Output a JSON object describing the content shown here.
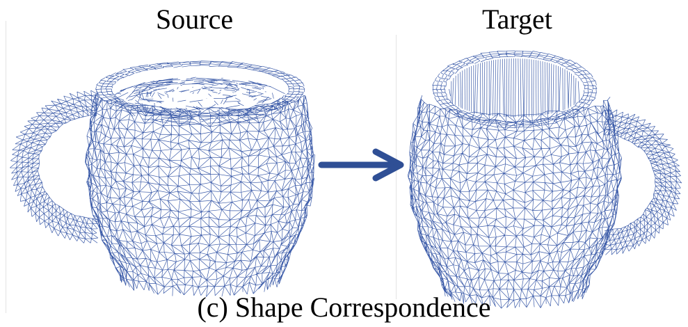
{
  "labels": {
    "source": "Source",
    "target": "Target",
    "caption": "(c) Shape Correspondence"
  },
  "colors": {
    "mesh": "#3a5aa8",
    "arrow": "#2f4f95",
    "background": "#ffffff"
  },
  "icons": {
    "arrow": "right-arrow-icon"
  }
}
